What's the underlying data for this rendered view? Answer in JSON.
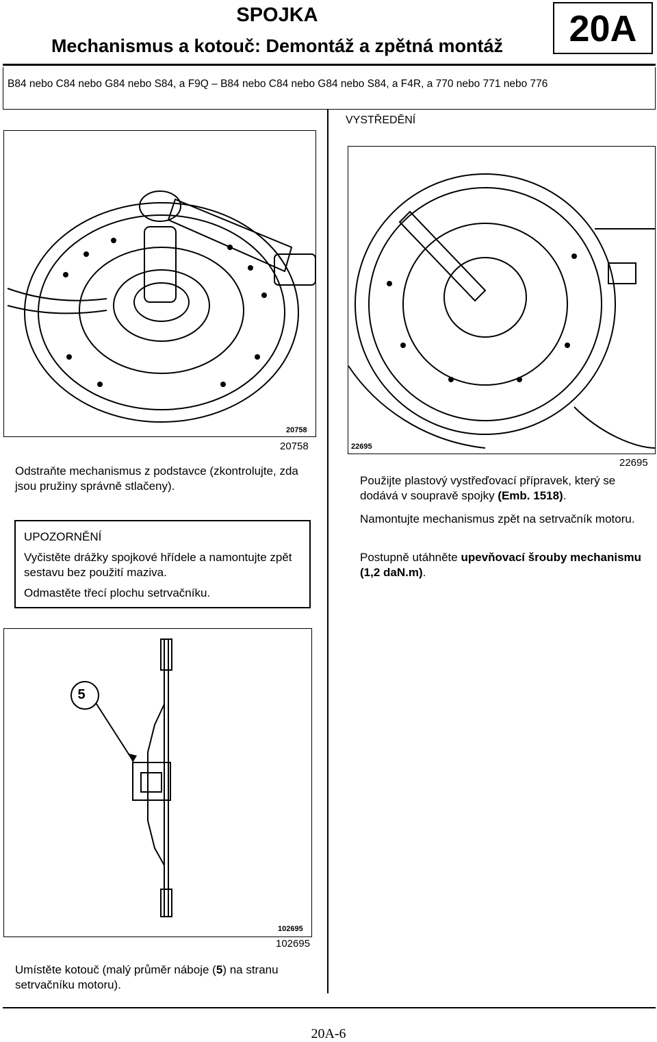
{
  "header": {
    "chapter": "SPOJKA",
    "title": "Mechanismus a kotouč: Demontáž a zpětná montáž",
    "code": "20A"
  },
  "applicability": "B84 nebo C84 nebo G84 nebo S84, a F9Q – B84 nebo C84 nebo G84 nebo S84, a F4R, a 770 nebo 771 nebo 776",
  "section_title": "VYSTŘEDĚNÍ",
  "fig1": {
    "tag": "20758",
    "number": "20758",
    "text": "Odstraňte mechanismus z podstavce (zkontrolujte, zda jsou pružiny správně stlačeny).",
    "warning_title": "UPOZORNĚNÍ",
    "warning_text": "Vyčistěte drážky spojkové hřídele a namontujte zpět sestavu bez použití maziva.",
    "warning_text2": "Odmastěte třecí plochu setrvačníku."
  },
  "fig2": {
    "tag": "22695",
    "number": "22695",
    "para1_a": "Použijte plastový vystřeďovací přípravek, který se dodává v soupravě spojky ",
    "para1_b": "(Emb. 1518)",
    "para1_c": ".",
    "para2": "Namontujte mechanismus zpět na setrvačník motoru.",
    "para3_a": "Postupně utáhněte ",
    "para3_b": "upevňovací šrouby mechanismu (1,2 daN.m)",
    "para3_c": "."
  },
  "fig3": {
    "tag": "102695",
    "number": "102695",
    "callout": "5",
    "text_a": "Umístěte kotouč (malý průměr náboje (",
    "text_b": "5",
    "text_c": ") na stranu setrvačníku motoru)."
  },
  "page_number": "20A-6"
}
